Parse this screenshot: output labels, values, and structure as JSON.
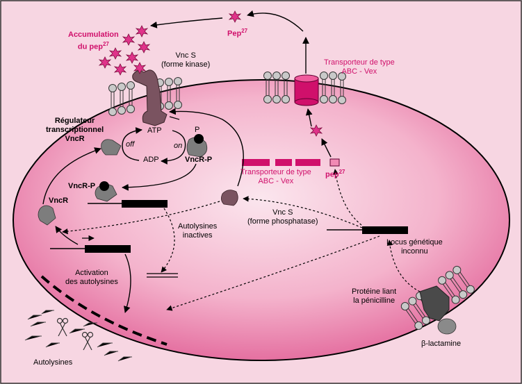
{
  "labels": {
    "accumulation_line1": "Accumulation",
    "accumulation_line2": "du pep",
    "sup27": "27",
    "pep": "Pep",
    "pep_lower": "pep",
    "vncs": "Vnc S",
    "kinase_form": "(forme kinase)",
    "phosphatase_form": "(forme phosphatase)",
    "transporter_line1": "Transporteur de type",
    "transporter_line2": "ABC - Vex",
    "regulator_line1": "Régulateur",
    "regulator_line2": "transcriptionnel",
    "regulator_line3": "VncR",
    "atp": "ATP",
    "adp": "ADP",
    "p": "P",
    "off": "off",
    "on": "on",
    "vncrp": "VncR-P",
    "vncr": "VncR",
    "autolysines": "Autolysines",
    "inactives": "inactives",
    "locus_line1": "Locus génétique",
    "locus_line2": "inconnu",
    "activation_line1": "Activation",
    "activation_line2": "des autolysines",
    "pbp_line1": "Protéine liant",
    "pbp_line2": "la pénicilline",
    "beta_lactamine": "β-lactamine"
  },
  "colors": {
    "accent_pink": "#d0106b",
    "cell_edge": "#e05b93",
    "background": "#f7d6e2"
  }
}
